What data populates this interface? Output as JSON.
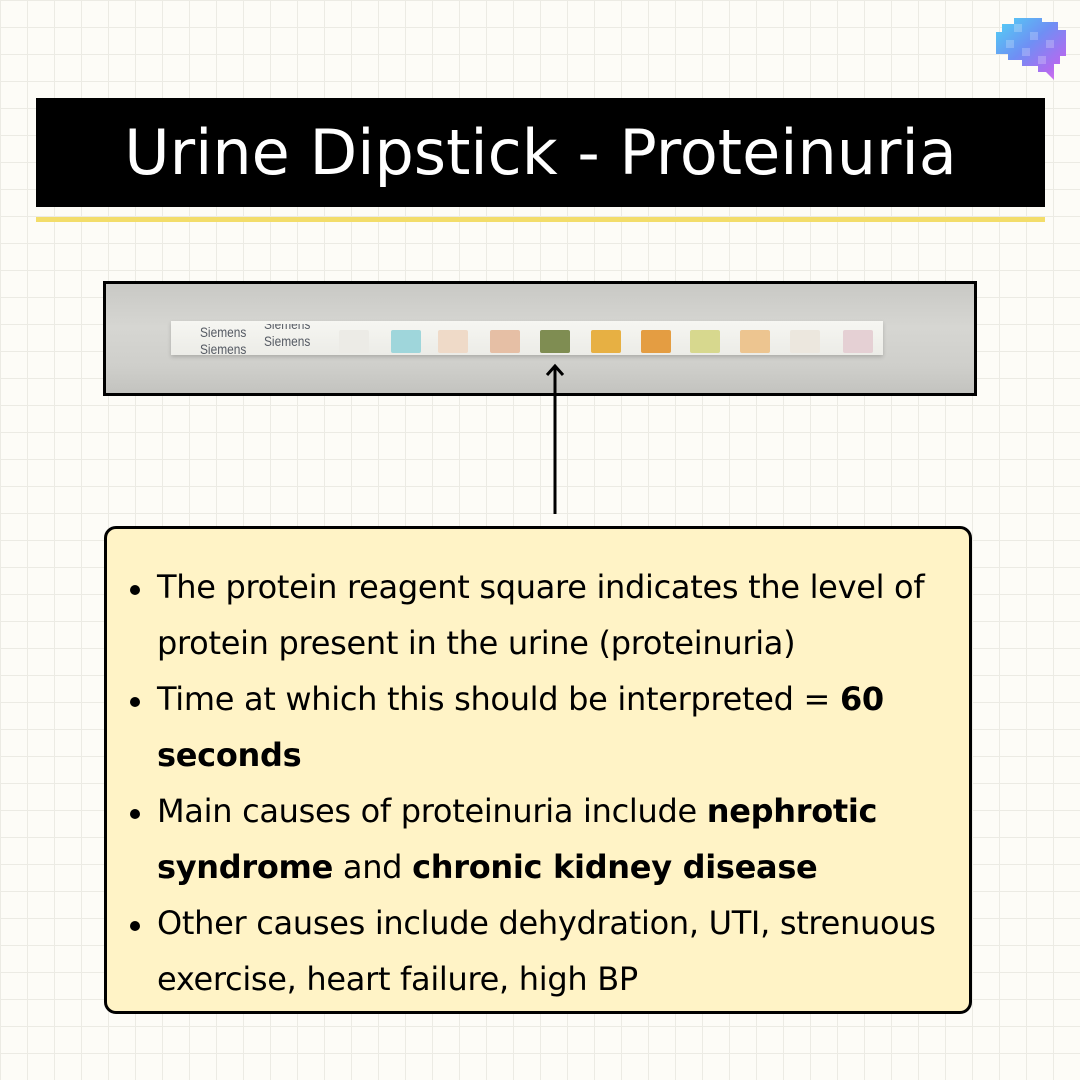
{
  "header": {
    "title": "Urine Dipstick - Proteinuria"
  },
  "logo": {
    "icon": "brain-speech-bubble-icon",
    "colors": [
      "#4fd4f5",
      "#6f8ff4",
      "#b06cf0",
      "#e479f0"
    ]
  },
  "photo": {
    "strip_text": [
      "Siemens",
      "Siemens",
      "Siemens",
      "Siemens"
    ],
    "pad_colors": [
      "#ecebe6",
      "#9fd6db",
      "#efdac8",
      "#e6bfa5",
      "#7f8d52",
      "#e7b043",
      "#e49d42",
      "#d7d88e",
      "#edc590",
      "#ece7de",
      "#e5d0d4"
    ],
    "highlighted_pad": 5
  },
  "notes": {
    "bullets": [
      {
        "segments": [
          {
            "text": "The protein reagent square indicates the level of protein present in the urine (proteinuria)",
            "bold": false
          }
        ]
      },
      {
        "segments": [
          {
            "text": "Time at which this should be interpreted = ",
            "bold": false
          },
          {
            "text": "60 seconds",
            "bold": true
          }
        ]
      },
      {
        "segments": [
          {
            "text": "Main causes of proteinuria include ",
            "bold": false
          },
          {
            "text": "nephrotic syndrome",
            "bold": true
          },
          {
            "text": " and ",
            "bold": false
          },
          {
            "text": "chronic kidney disease",
            "bold": true
          }
        ]
      },
      {
        "segments": [
          {
            "text": "Other causes include dehydration, UTI, strenuous exercise, heart failure, high BP",
            "bold": false
          }
        ]
      }
    ]
  }
}
